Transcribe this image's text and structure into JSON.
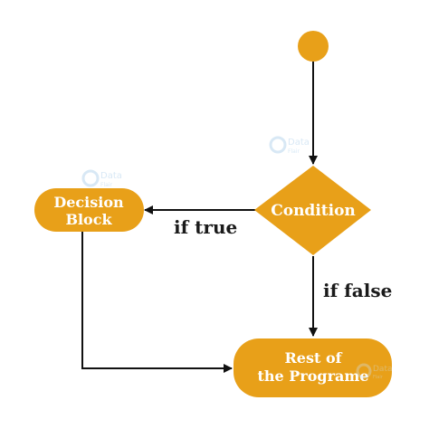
{
  "colors": {
    "node_fill": "#e8a019",
    "edge": "#111111",
    "watermark": "#cfe3f3"
  },
  "nodes": {
    "start": {
      "shape": "circle"
    },
    "condition": {
      "label": "Condition",
      "shape": "diamond"
    },
    "decision_block": {
      "line1": "Decision",
      "line2": "Block",
      "shape": "rounded-rectangle"
    },
    "rest": {
      "line1": "Rest of",
      "line2": "the Programe",
      "shape": "rounded-rectangle"
    }
  },
  "edges": {
    "if_true": {
      "label": "if true"
    },
    "if_false": {
      "label": "if false"
    }
  },
  "watermark": {
    "line1": "Data",
    "line2": "Flair"
  }
}
